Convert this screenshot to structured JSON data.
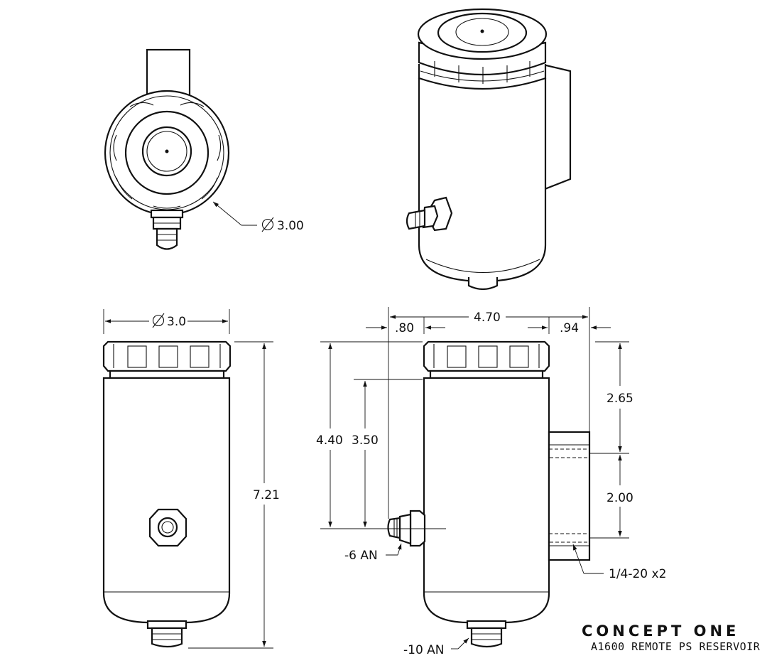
{
  "top_view": {
    "diameter_label": "3.00"
  },
  "front_view": {
    "width_label": "3.0",
    "height_label": "7.21"
  },
  "side_view": {
    "overall_width": "4.70",
    "left_offset": ".80",
    "right_offset": ".94",
    "total_height": "4.40",
    "fitting_height": "3.50",
    "mount_top": "2.65",
    "mount_spacing": "2.00",
    "fitting_side": "-6 AN",
    "fitting_bottom": "-10 AN",
    "mount_thread": "1/4-20 x2"
  },
  "title_block": {
    "brand": "CONCEPT ONE",
    "part": "A1600 REMOTE PS RESERVOIR"
  }
}
